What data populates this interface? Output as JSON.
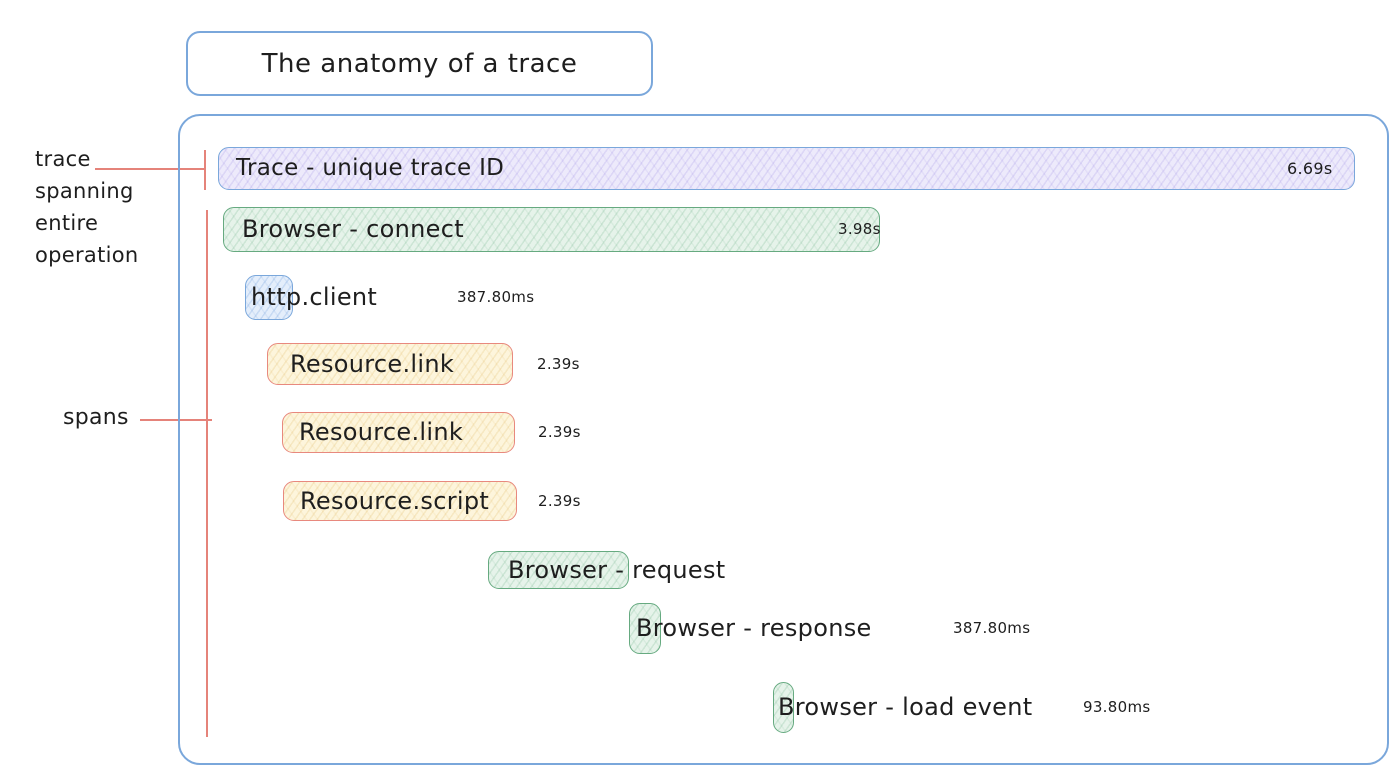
{
  "title": {
    "label": "The anatomy of a trace"
  },
  "annotations": {
    "trace_note_lines": [
      "trace",
      "spanning",
      "entire",
      "operation"
    ],
    "spans_note": "spans"
  },
  "trace_bar": {
    "label": "Trace - unique trace ID",
    "duration": "6.69s"
  },
  "spans": [
    {
      "label": "Browser - connect",
      "duration": "3.98s",
      "color": "green"
    },
    {
      "label": "http.client",
      "duration": "387.80ms",
      "color": "blue"
    },
    {
      "label": "Resource.link",
      "duration": "2.39s",
      "color": "yellow"
    },
    {
      "label": "Resource.link",
      "duration": "2.39s",
      "color": "yellow"
    },
    {
      "label": "Resource.script",
      "duration": "2.39s",
      "color": "yellow"
    },
    {
      "label": "Browser - request",
      "duration": "",
      "color": "green"
    },
    {
      "label": "Browser - response",
      "duration": "387.80ms",
      "color": "green"
    },
    {
      "label": "Browser - load event",
      "duration": "93.80ms",
      "color": "green"
    }
  ],
  "palette": {
    "outline_blue": "#7aa7db",
    "trace_fill": "#edeafb",
    "green_border": "#66aa80",
    "green_fill": "#e6f3ea",
    "blue_span_fill": "#e4eefb",
    "yellow_fill": "#fdf5dc",
    "yellow_border": "#e8897e",
    "annotation_red": "#e5837a",
    "text": "#1e1e1e"
  }
}
